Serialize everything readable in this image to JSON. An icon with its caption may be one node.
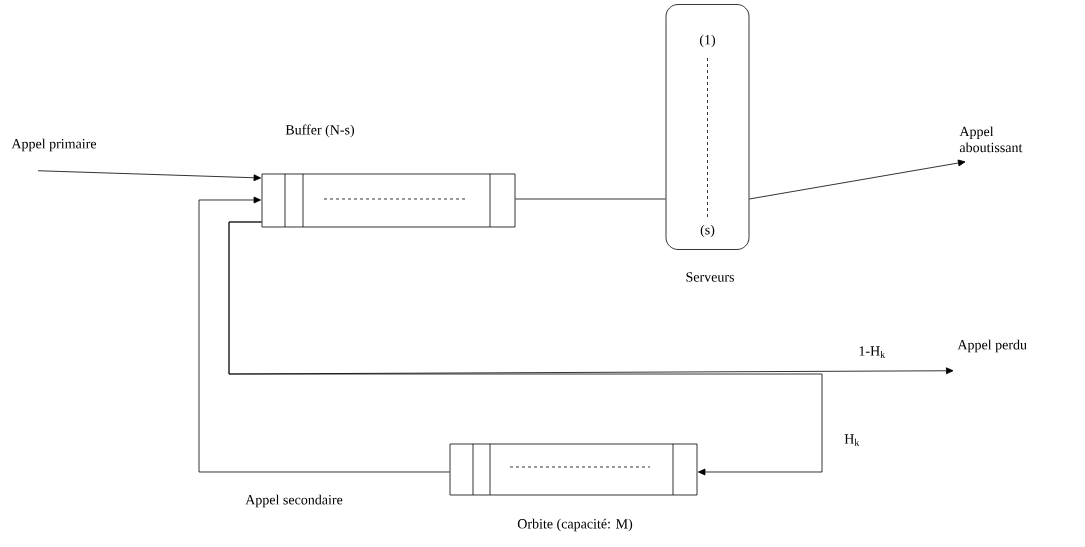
{
  "diagram": {
    "nodes": [
      {
        "text": [
          "Appel primaire"
        ]
      },
      {
        "text": [
          "Buffer (N-s)"
        ]
      },
      {
        "text": [
          "(1)",
          "(s)",
          "Serveurs"
        ]
      },
      {
        "text": [
          "Appel aboutissant"
        ]
      },
      {
        "text": [
          "Appel perdu"
        ]
      },
      {
        "text": [
          "Orbite (capacité: M)"
        ]
      }
    ],
    "edges": [
      {
        "from": 0,
        "to": 1,
        "arrow": "to"
      },
      {
        "from": 1,
        "to": 2,
        "arrow": "none"
      },
      {
        "from": 2,
        "to": 3,
        "arrow": "to"
      },
      {
        "from": 1,
        "to": 4,
        "arrow": "to",
        "label": "1-H$_{k}$"
      },
      {
        "from": 1,
        "to": 5,
        "arrow": "to",
        "label": "H$_{k}$"
      },
      {
        "from": 5,
        "to": 1,
        "arrow": "to",
        "label": "Appel secondaire"
      }
    ]
  }
}
